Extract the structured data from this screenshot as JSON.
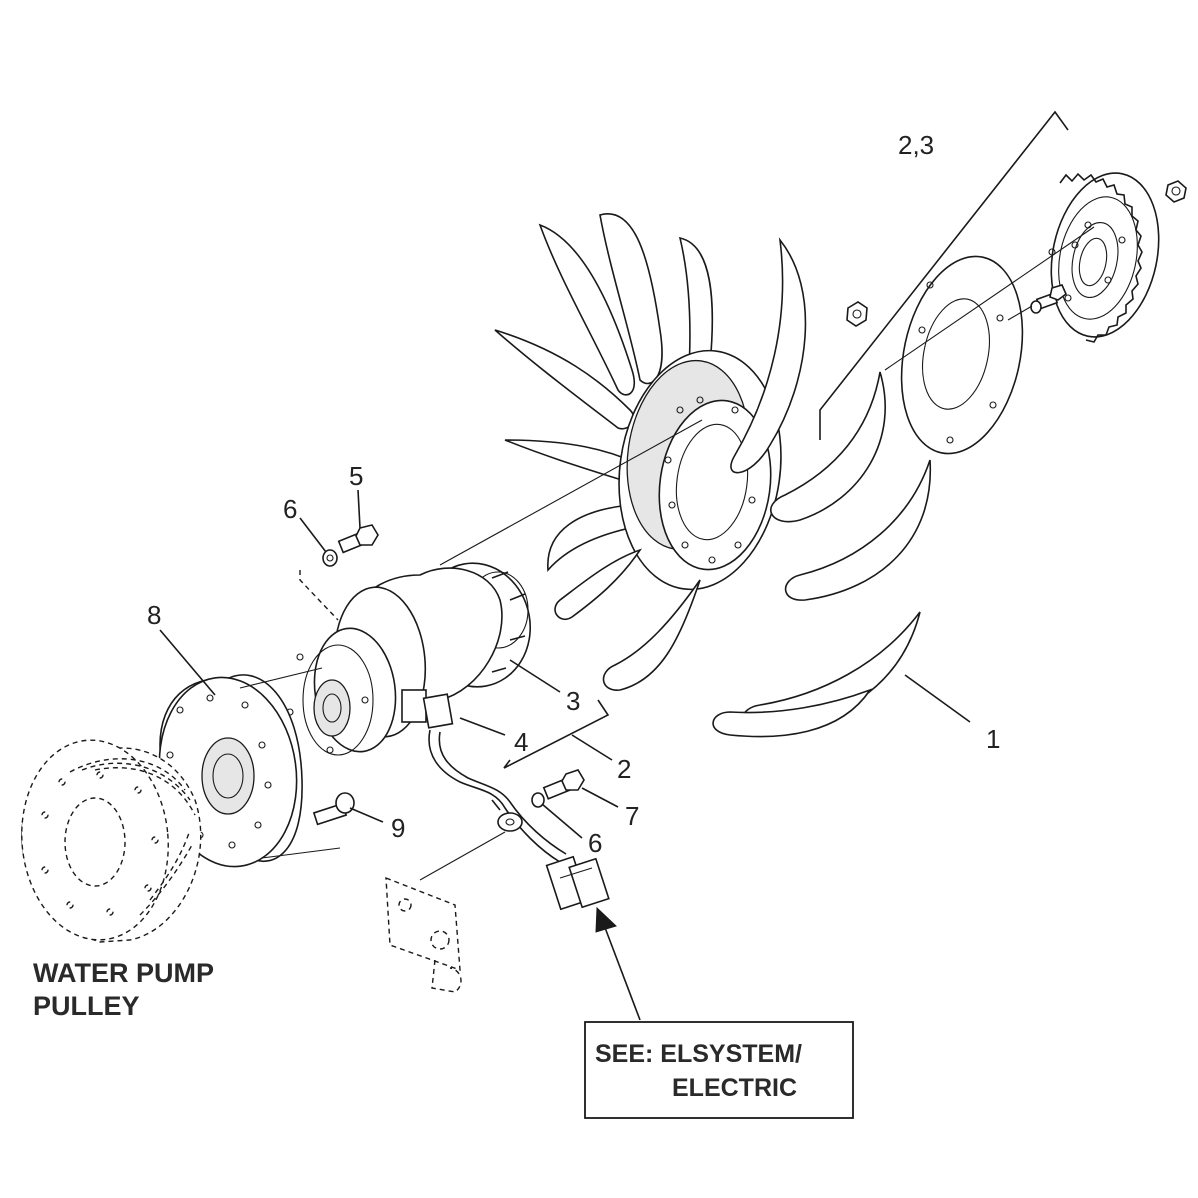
{
  "callouts": {
    "c1": "1",
    "c2": "2",
    "c23": "2,3",
    "c3": "3",
    "c4": "4",
    "c5": "5",
    "c6a": "6",
    "c6b": "6",
    "c7": "7",
    "c8": "8",
    "c9": "9"
  },
  "labels": {
    "pulley_line1": "WATER PUMP",
    "pulley_line2": "PULLEY"
  },
  "note": {
    "line1": "SEE: ELSYSTEM/",
    "line2": "ELECTRIC"
  }
}
